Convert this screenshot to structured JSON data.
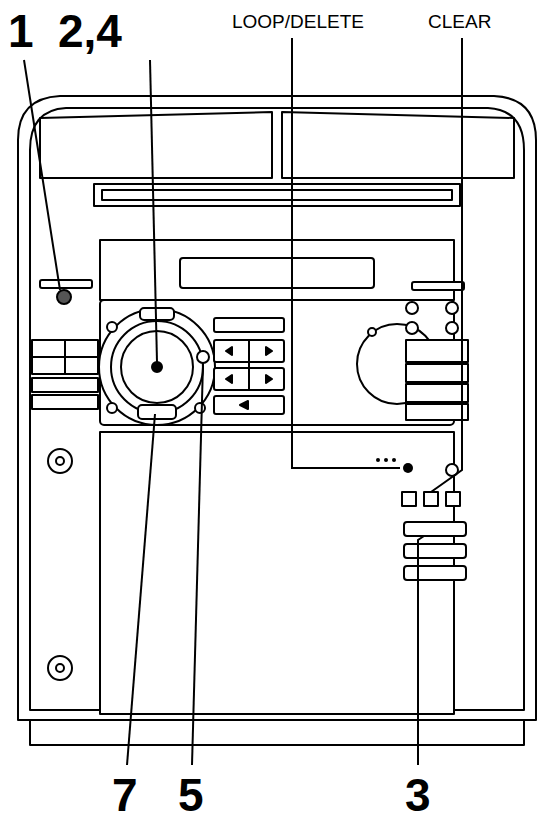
{
  "diagram": {
    "labels": [
      "1",
      "2,4",
      "LOOP/DELETE",
      "CLEAR",
      "7",
      "5",
      "3"
    ]
  }
}
